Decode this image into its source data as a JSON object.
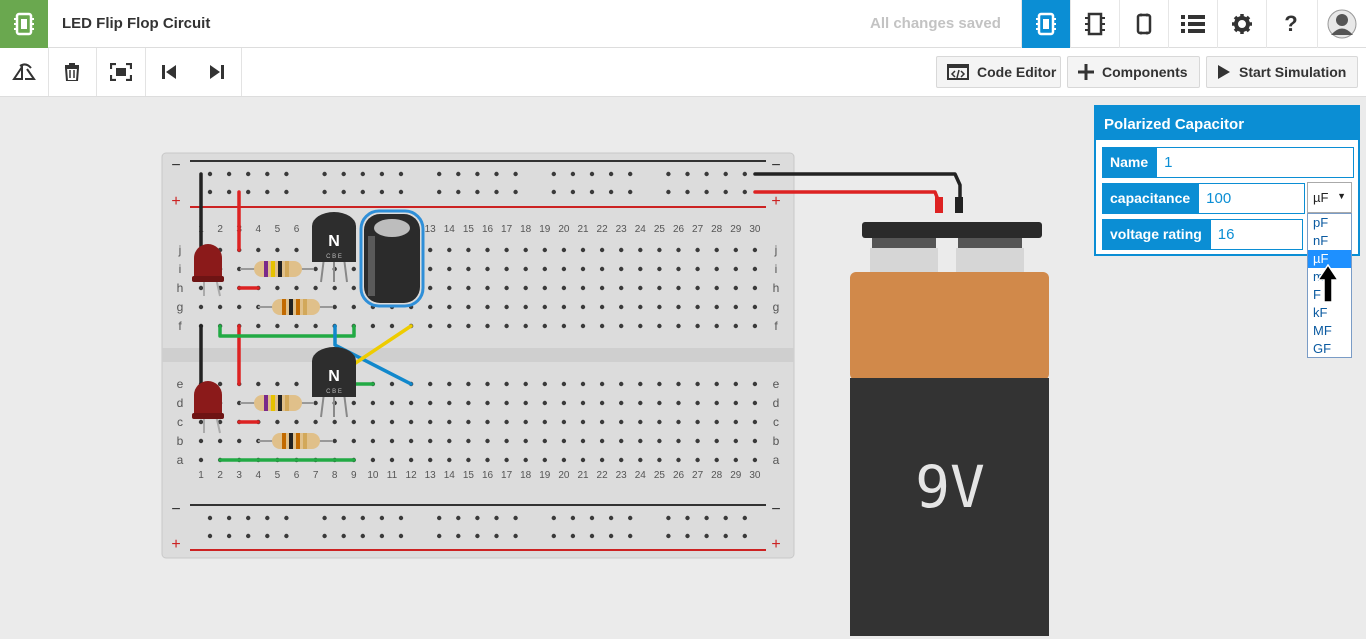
{
  "header": {
    "title": "LED Flip Flop Circuit",
    "save_status": "All changes saved",
    "icons": [
      "breadboard-icon",
      "chip-icon",
      "component-icon",
      "list-icon",
      "gear-icon",
      "help-icon",
      "user-avatar"
    ],
    "help_label": "?"
  },
  "toolbar": {
    "actions": {
      "code_editor": "Code Editor",
      "components": "Components",
      "start_simulation": "Start Simulation"
    }
  },
  "inspector": {
    "title": "Polarized Capacitor",
    "fields": {
      "name_label": "Name",
      "name_value": "1",
      "capacitance_label": "capacitance",
      "capacitance_value": "100",
      "voltage_label": "voltage rating",
      "voltage_value": "16"
    },
    "unit_selected": "µF",
    "unit_options": [
      "pF",
      "nF",
      "µF",
      "mF",
      "F",
      "kF",
      "MF",
      "GF"
    ],
    "accent_color": "#0b8ed4"
  },
  "canvas": {
    "battery_label": "9V",
    "transistor_label": "N",
    "transistor_pins": "C B E",
    "breadboard": {
      "column_numbers": [
        "1",
        "2",
        "3",
        "4",
        "5",
        "6",
        "7",
        "8",
        "9",
        "10",
        "11",
        "12",
        "13",
        "14",
        "15",
        "16",
        "17",
        "18",
        "19",
        "20",
        "21",
        "22",
        "23",
        "24",
        "25",
        "26",
        "27",
        "28",
        "29",
        "30"
      ],
      "rows_top": [
        "j",
        "i",
        "h",
        "g",
        "f"
      ],
      "rows_bottom": [
        "e",
        "d",
        "c",
        "b",
        "a"
      ],
      "rail_minus": "−",
      "rail_plus": "+"
    }
  }
}
